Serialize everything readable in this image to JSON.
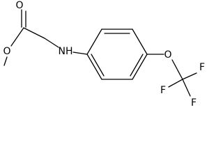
{
  "molecule": {
    "atoms": {
      "carbonyl_oxygen": "O",
      "ester_oxygen": "O",
      "amine": "NH",
      "ether_oxygen": "O",
      "fluorine_top": "F",
      "fluorine_left": "F",
      "fluorine_bottom": "F"
    },
    "colors": {
      "bond": "#000000",
      "label": "#000000",
      "background": "#ffffff"
    }
  }
}
